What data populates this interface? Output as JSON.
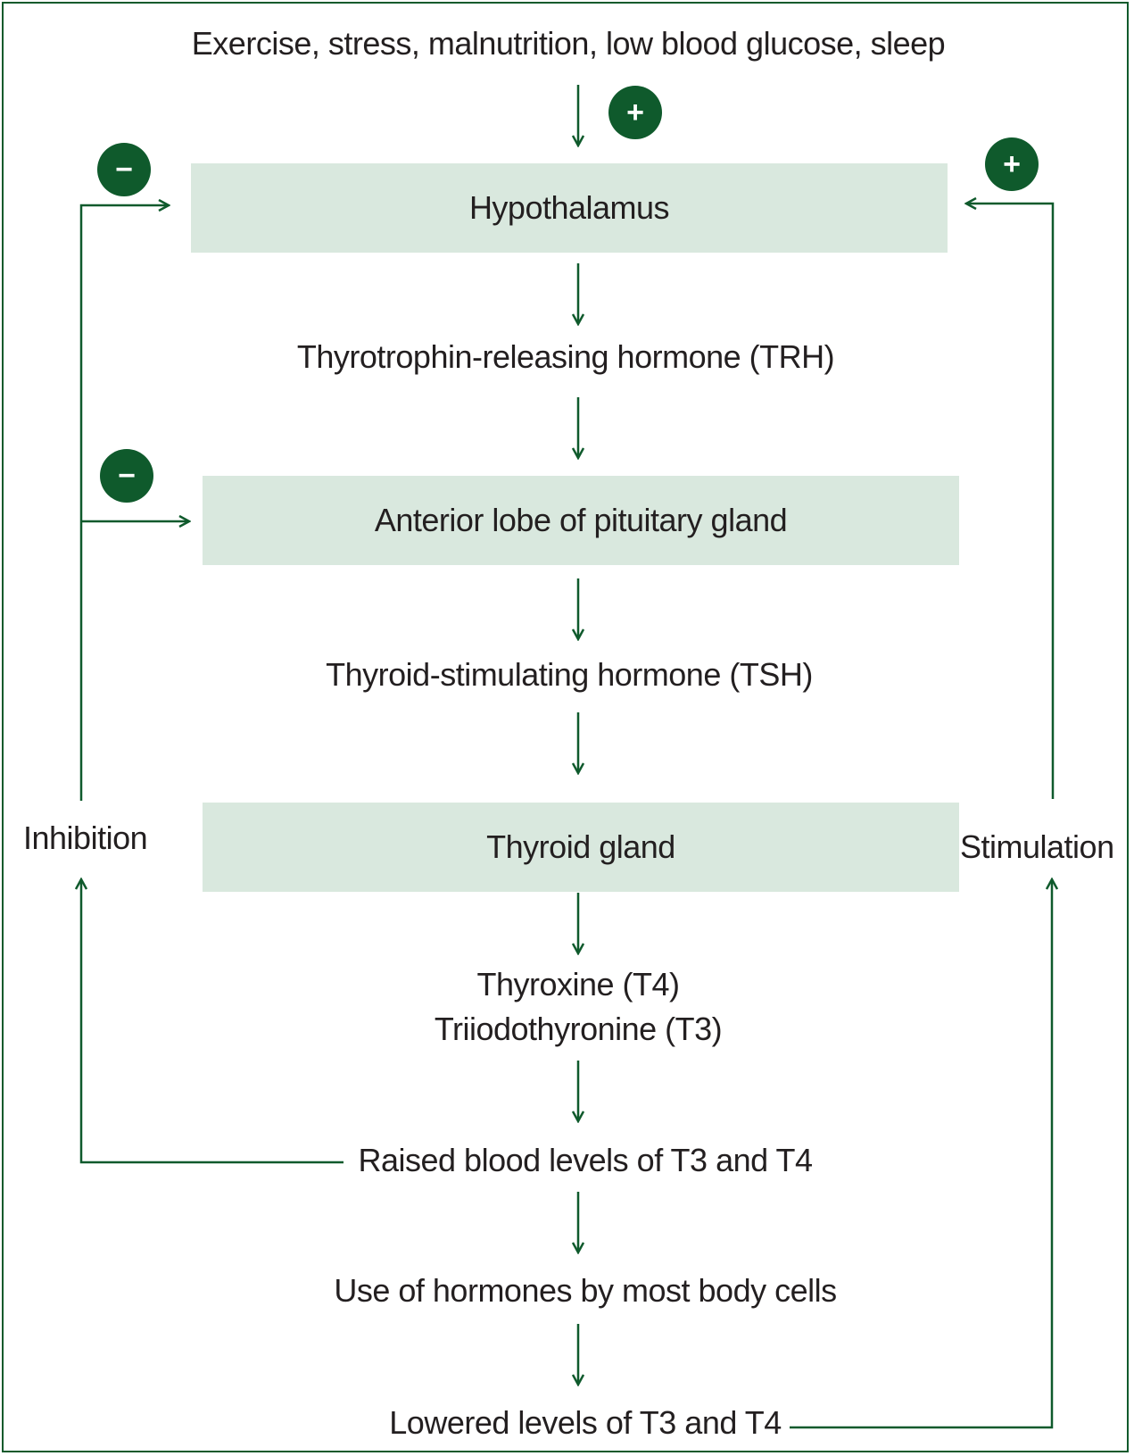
{
  "input": "Exercise, stress, malnutrition, low blood glucose, sleep",
  "boxes": {
    "hypothalamus": "Hypothalamus",
    "pituitary": "Anterior lobe of pituitary gland",
    "thyroid": "Thyroid gland"
  },
  "steps": {
    "trh": "Thyrotrophin-releasing hormone (TRH)",
    "tsh": "Thyroid-stimulating hormone (TSH)",
    "t4": "Thyroxine (T4)",
    "t3": "Triiodothyronine (T3)",
    "raised": "Raised blood levels of T3 and T4",
    "use": "Use of hormones by most body cells",
    "lowered": "Lowered levels of T3 and T4"
  },
  "feedback": {
    "inhibition": "Inhibition",
    "stimulation": "Stimulation"
  },
  "badges": {
    "plus": "+",
    "minus": "−"
  },
  "colors": {
    "accent": "#0f5a2c",
    "box_fill": "#d9e8de"
  }
}
